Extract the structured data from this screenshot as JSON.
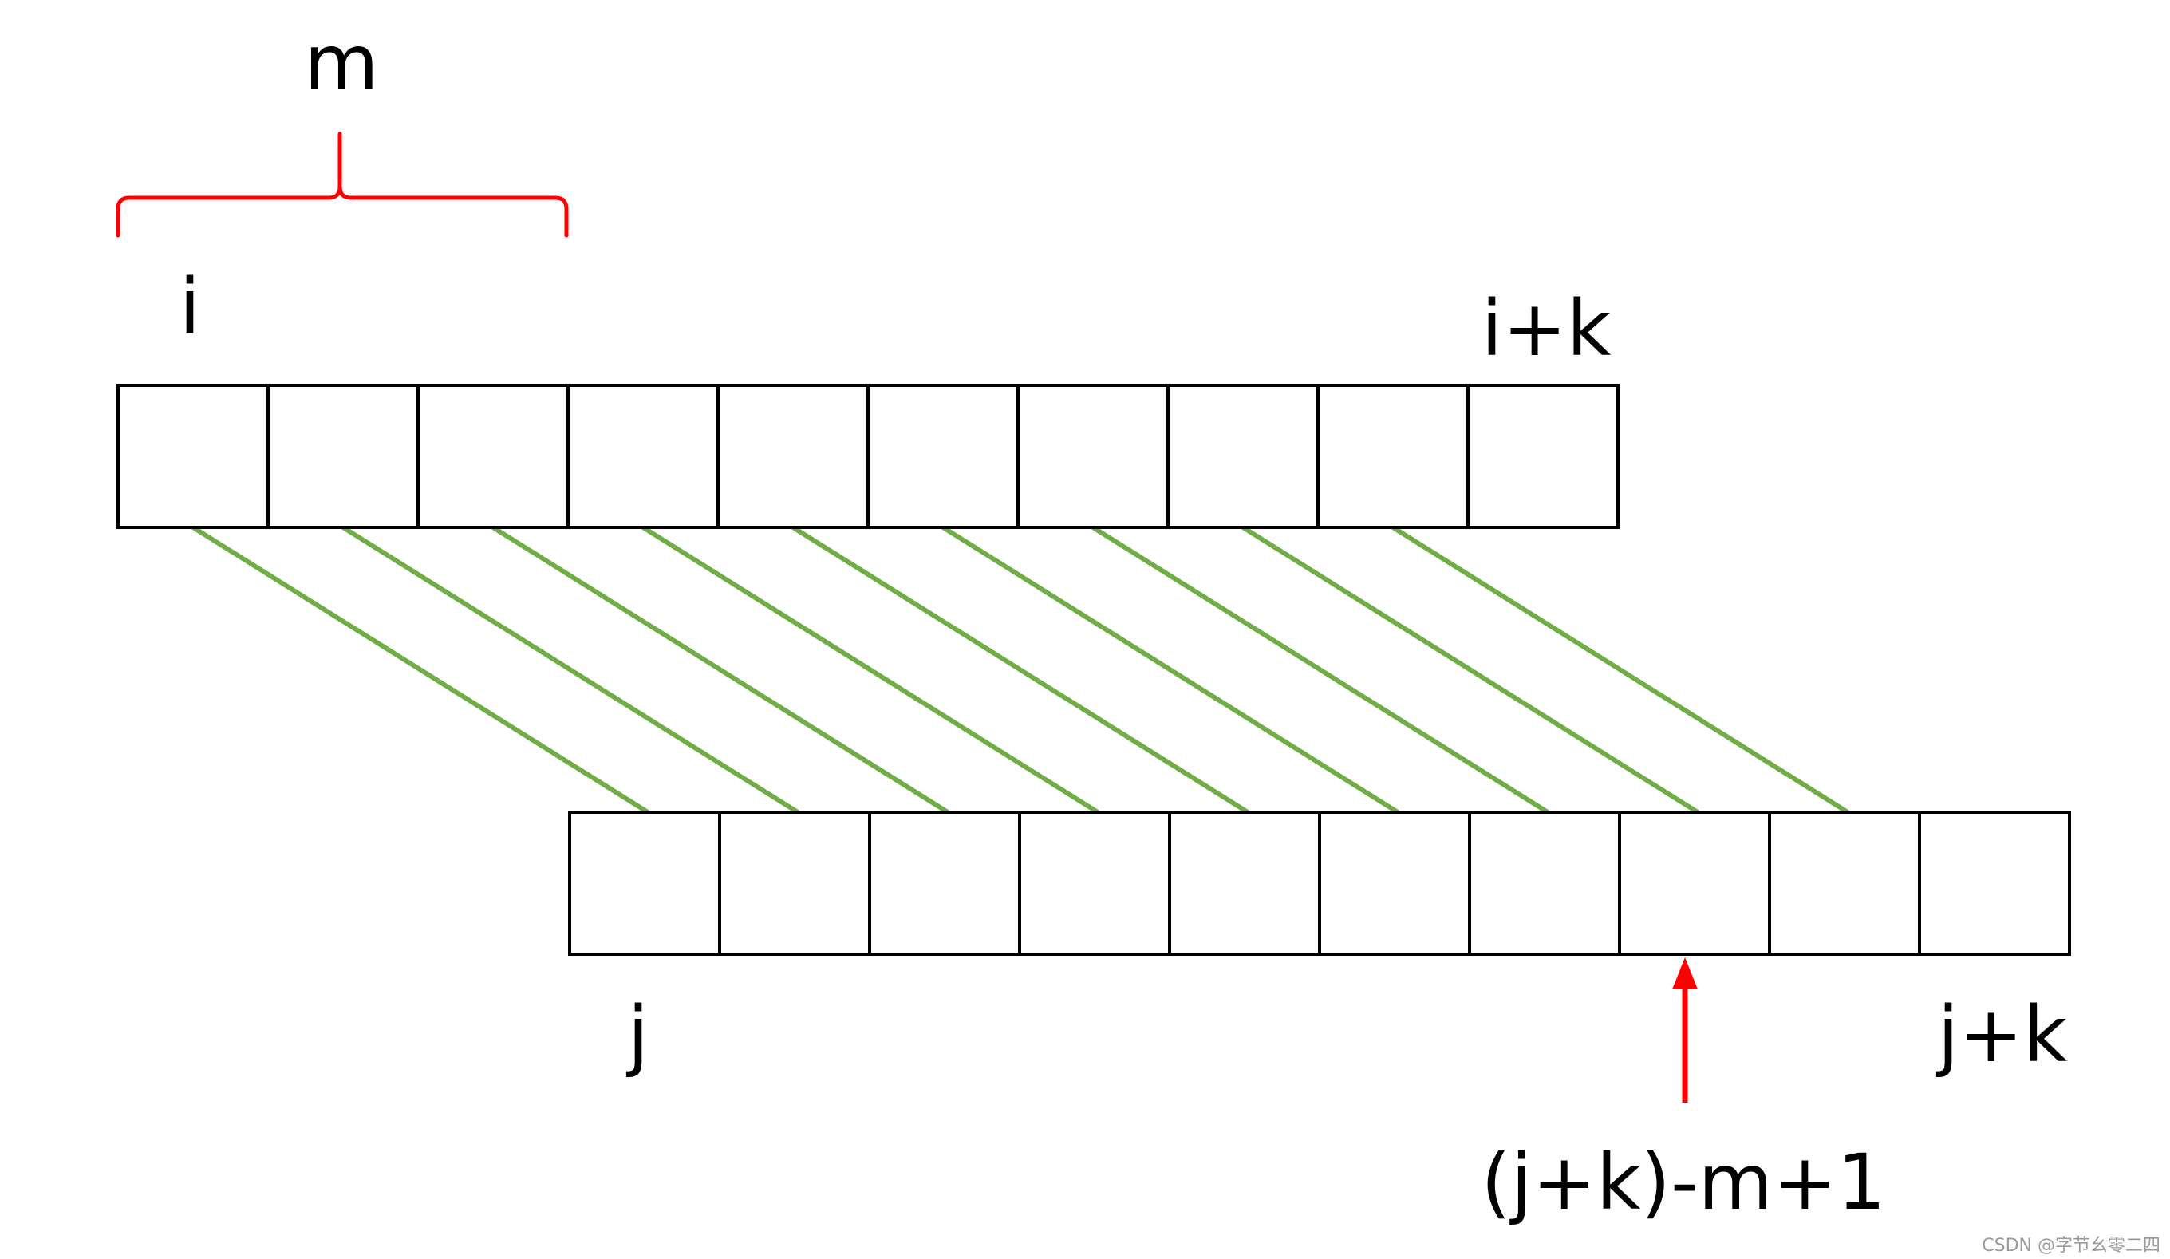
{
  "labels": {
    "m": "m",
    "i": "i",
    "i_plus_k": "i+k",
    "j": "j",
    "j_plus_k": "j+k",
    "pointer": "(j+k)-m+1"
  },
  "watermark": "CSDN @字节幺零二四",
  "top_array": {
    "cells": 10
  },
  "bottom_array": {
    "cells": 10
  },
  "connections": [
    {
      "from": 0,
      "to": 0
    },
    {
      "from": 1,
      "to": 1
    },
    {
      "from": 2,
      "to": 2
    },
    {
      "from": 3,
      "to": 3
    },
    {
      "from": 4,
      "to": 4
    },
    {
      "from": 5,
      "to": 5
    },
    {
      "from": 6,
      "to": 6
    },
    {
      "from": 7,
      "to": 7
    },
    {
      "from": 8,
      "to": 8
    }
  ],
  "colors": {
    "cell_border": "#000000",
    "link": "#70ad47",
    "highlight": "#ff0000"
  }
}
